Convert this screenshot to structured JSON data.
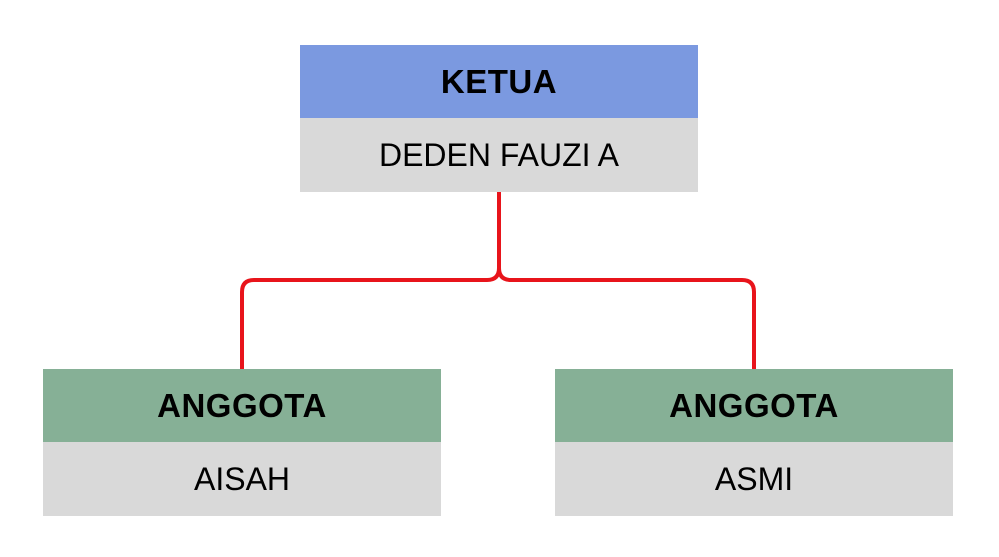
{
  "colors": {
    "leader_header": "#7b99e0",
    "member_header": "#86b096",
    "name_background": "#d9d9d9",
    "connector": "#e8141b"
  },
  "leader": {
    "role": "KETUA",
    "name": "DEDEN FAUZI A"
  },
  "members": [
    {
      "role": "ANGGOTA",
      "name": "AISAH"
    },
    {
      "role": "ANGGOTA",
      "name": "ASMI"
    }
  ]
}
